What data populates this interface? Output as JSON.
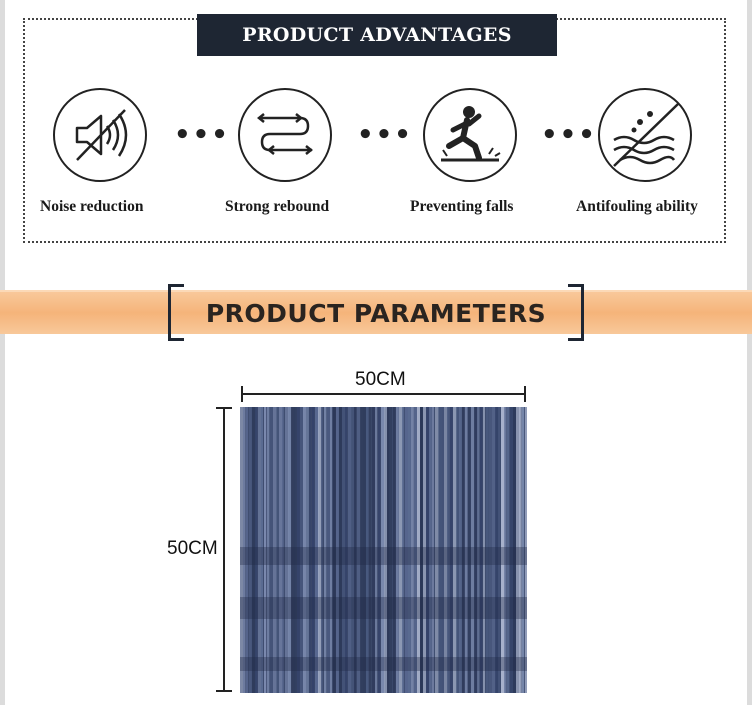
{
  "advantages": {
    "title": "PRODUCT ADVANTAGES",
    "items": [
      {
        "label": "Noise reduction",
        "icon": "noise-reduction-icon"
      },
      {
        "label": "Strong rebound",
        "icon": "strong-rebound-icon"
      },
      {
        "label": "Preventing falls",
        "icon": "preventing-falls-icon"
      },
      {
        "label": "Antifouling ability",
        "icon": "antifouling-icon"
      }
    ],
    "separator": "•••"
  },
  "parameters": {
    "title": "PRODUCT PARAMETERS",
    "width_label": "50CM",
    "height_label": "50CM"
  },
  "colors": {
    "title_bg": "#1e2633",
    "band": "#f5b47a",
    "tile_base": "#3c4a6c"
  }
}
